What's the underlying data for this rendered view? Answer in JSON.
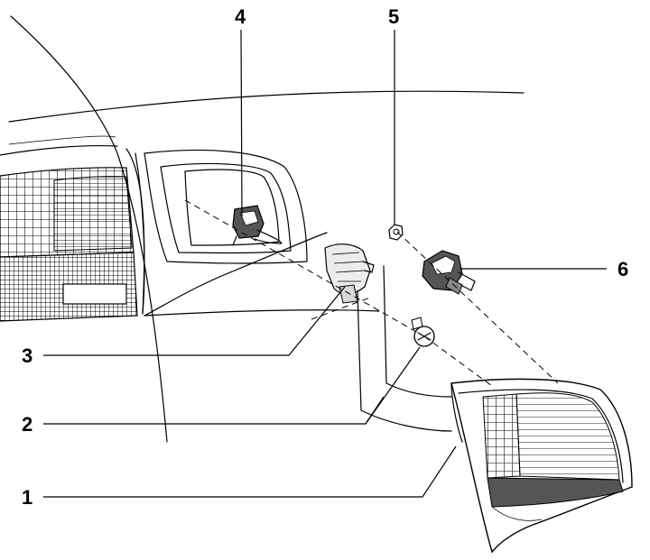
{
  "callouts": {
    "c1": "1",
    "c2": "2",
    "c3": "3",
    "c4": "4",
    "c5": "5",
    "c6": "6"
  },
  "colors": {
    "line": "#000000",
    "background": "#ffffff",
    "shade": "#555555"
  }
}
